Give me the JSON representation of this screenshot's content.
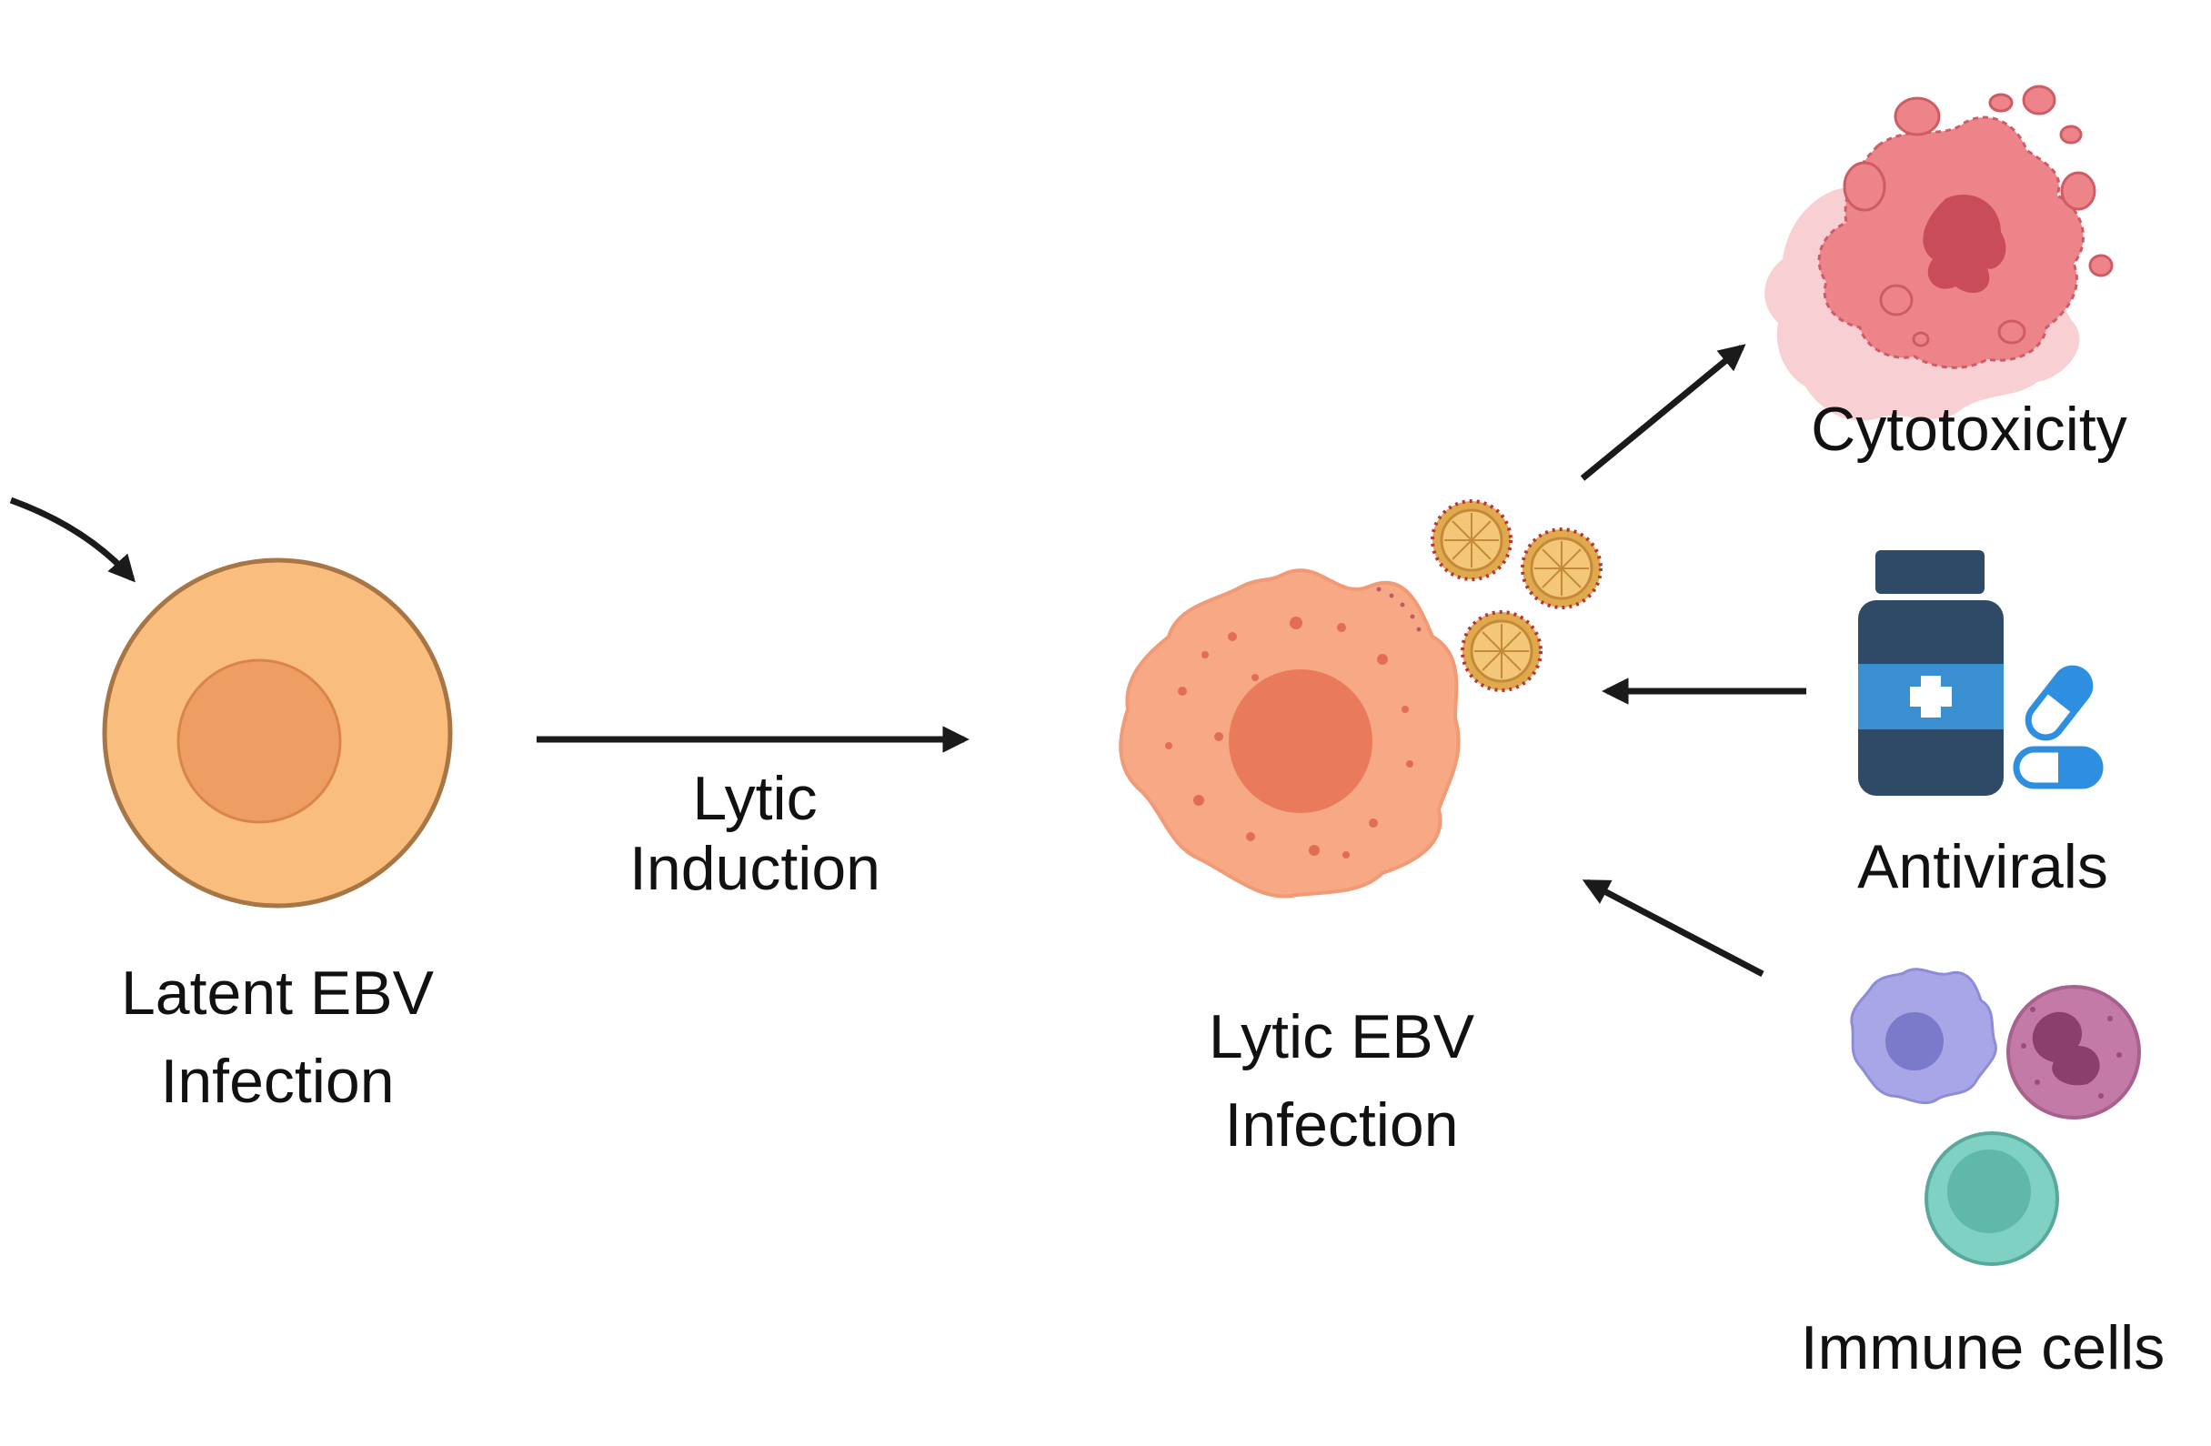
{
  "labels": {
    "latent": [
      "Latent EBV",
      "Infection"
    ],
    "induction": [
      "Lytic",
      "Induction"
    ],
    "lytic": [
      "Lytic EBV",
      "Infection"
    ],
    "cytotoxicity": "Cytotoxicity",
    "antivirals": "Antivirals",
    "immune_cells": "Immune cells"
  },
  "colors": {
    "latent_cell": "#f9bd7d",
    "latent_cell_border": "#a87545",
    "latent_nucleus": "#ef9e63",
    "lytic_cell": "#f7a884",
    "lytic_nucleus": "#e97a5c",
    "virus": "#e0a94e",
    "virus_spikes": "#b7353a",
    "dead_cell": "#ec8489",
    "bottle": "#2f4a67",
    "bottle_label": "#3a8fd0",
    "capsule": "#2e8fe0",
    "immune_purple": "#a8a6e6",
    "immune_pink": "#c37aa6",
    "immune_teal": "#7fd1c3",
    "arrow": "#1a1a1a"
  }
}
